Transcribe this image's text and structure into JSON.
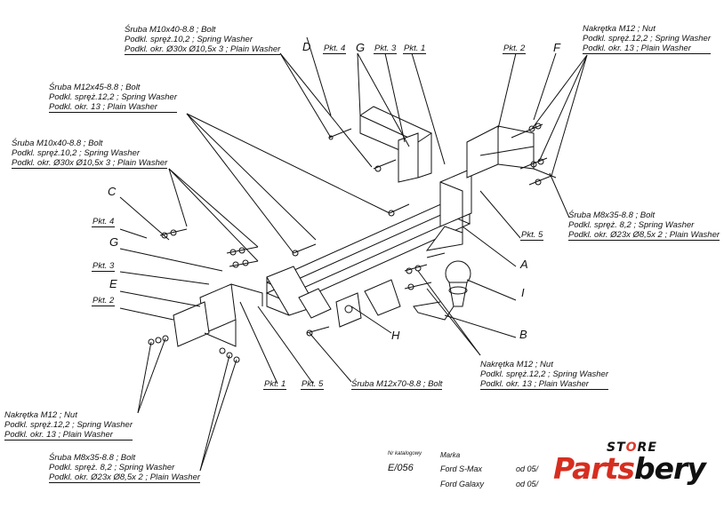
{
  "callouts": {
    "top_left_bolt": {
      "line1": "Śruba M10x40-8.8 ;  Bolt",
      "line2": "Podkl. spręż.10,2 ; Spring Washer",
      "line3": "Podkl. okr. Ø30x Ø10,5x 3 ; Plain Washer"
    },
    "m12_bolt": {
      "line1": "Śruba M12x45-8.8 ;  Bolt",
      "line2": "Podkl. spręż.12,2 ; Spring Washer",
      "line3": "Podkl. okr. 13 ; Plain Washer"
    },
    "left_bolt": {
      "line1": "Śruba M10x40-8.8 ;  Bolt",
      "line2": "Podkl. spręż.10,2 ; Spring Washer",
      "line3": "Podkl. okr. Ø30x Ø10,5x 3 ; Plain Washer"
    },
    "top_right_nut": {
      "line1": "Nakrętka  M12 ; Nut",
      "line2": "Podkl. spręż.12,2 ; Spring Washer",
      "line3": "Podkl. okr. 13 ; Plain Washer"
    },
    "right_bolt": {
      "line1": "Śruba M8x35-8.8 ;  Bolt",
      "line2": "Podkl. spręż. 8,2 ; Spring Washer",
      "line3": "Podkl. okr. Ø23x Ø8,5x 2 ; Plain Washer"
    },
    "center_nut": {
      "line1": "Nakrętka  M12 ; Nut",
      "line2": "Podkl. spręż.12,2 ; Spring Washer",
      "line3": "Podkl. okr. 13 ; Plain Washer"
    },
    "bottom_left_nut": {
      "line1": "Nakrętka  M12 ; Nut",
      "line2": "Podkl. spręż.12,2 ; Spring Washer",
      "line3": "Podkl. okr. 13 ; Plain Washer"
    },
    "bottom_left_bolt": {
      "line1": "Śruba M8x35-8.8 ;  Bolt",
      "line2": "Podkl. spręż. 8,2 ; Spring Washer",
      "line3": "Podkl. okr. Ø23x Ø8,5x 2 ; Plain Washer"
    },
    "center_bolt": {
      "line1": "Śruba M12x70-8.8 ;  Bolt"
    }
  },
  "letters": {
    "D": "D",
    "G_top": "G",
    "F": "F",
    "C": "C",
    "G_left": "G",
    "E": "E",
    "A": "A",
    "I": "I",
    "B": "B",
    "H": "H"
  },
  "pkts": {
    "pkt4_top": "Pkt. 4",
    "pkt3_top": "Pkt. 3",
    "pkt1_top": "Pkt. 1",
    "pkt2_top": "Pkt. 2",
    "pkt5_right": "Pkt. 5",
    "pkt4_left": "Pkt. 4",
    "pkt3_left": "Pkt. 3",
    "pkt2_left": "Pkt. 2",
    "pkt1_bottom": "Pkt. 1",
    "pkt5_bottom": "Pkt. 5"
  },
  "info": {
    "catalog_label": "Nr katalogowy",
    "catalog_value": "E/056",
    "brand_label": "Marka",
    "model1": "Ford S-Max",
    "model2": "Ford Galaxy",
    "date1": "od 05/",
    "date2": "od 05/"
  },
  "logo": {
    "store_prefix": "ST",
    "store_o": "O",
    "store_suffix": "RE",
    "brand_red": "Parts",
    "brand_black": "bery"
  },
  "colors": {
    "line": "#111111",
    "logo_red": "#d62e20",
    "logo_black": "#111111"
  }
}
